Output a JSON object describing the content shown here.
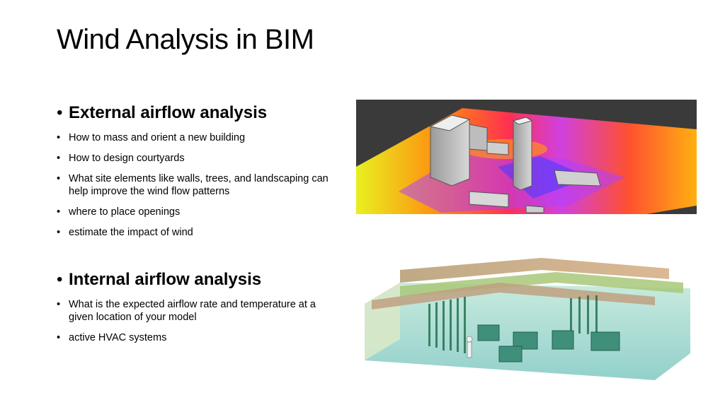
{
  "slide": {
    "title": "Wind Analysis in BIM"
  },
  "external": {
    "heading": "External airflow analysis",
    "items": [
      "How to mass and orient a new building",
      "How to design courtyards",
      "What site elements like walls, trees, and landscaping can help improve the wind flow patterns",
      "where to place openings",
      "estimate the impact of wind"
    ]
  },
  "internal": {
    "heading": "Internal airflow analysis",
    "items": [
      "What is the expected airflow rate and temperature at a given location of your model",
      "active HVAC systems"
    ]
  },
  "colors": {
    "text": "#000000",
    "background": "#ffffff"
  }
}
